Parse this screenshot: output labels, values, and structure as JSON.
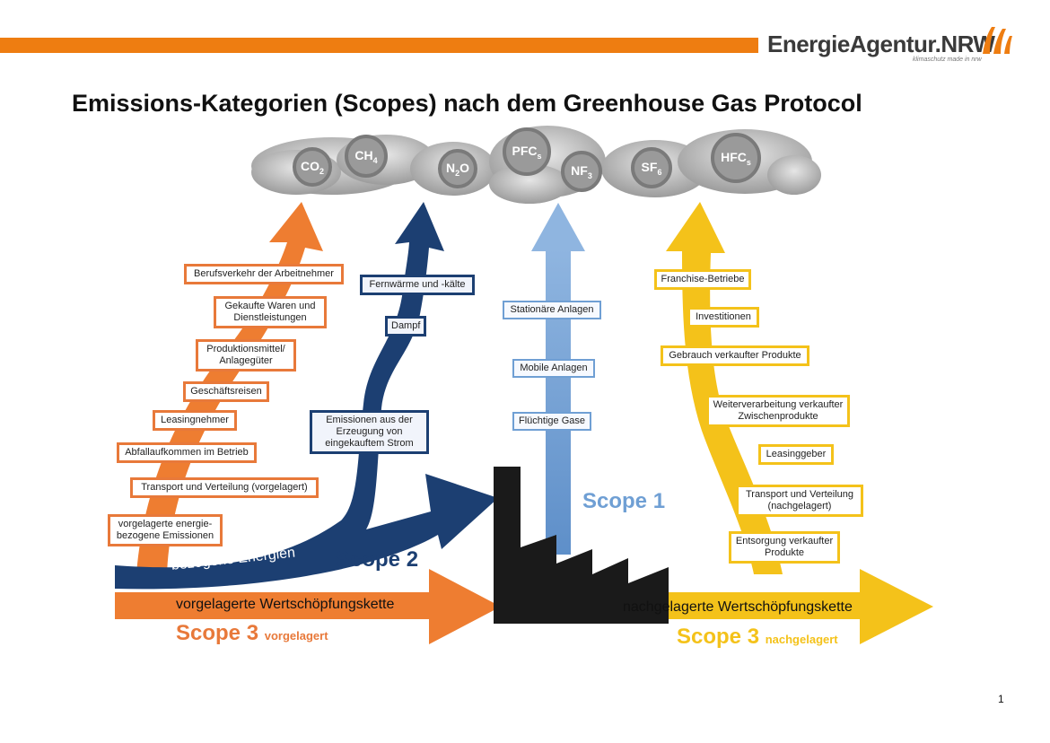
{
  "header": {
    "logo_text": "EnergieAgentur.NRW",
    "logo_tagline": "klimaschutz made in nrw",
    "title": "Emissions-Kategorien (Scopes)  nach dem Greenhouse Gas Protocol"
  },
  "gases": [
    {
      "base": "CO",
      "sub": "2"
    },
    {
      "base": "CH",
      "sub": "4"
    },
    {
      "base": "N",
      "sub": "2",
      "tail": "O"
    },
    {
      "base": "PFC",
      "sub": "s"
    },
    {
      "base": "NF",
      "sub": "3"
    },
    {
      "base": "SF",
      "sub": "6"
    },
    {
      "base": "HFC",
      "sub": "s"
    }
  ],
  "scope3_upstream": {
    "items": [
      "Berufsverkehr der Arbeitnehmer",
      "Gekaufte Waren und Dienstleistungen",
      "Produktionsmittel/ Anlagegüter",
      "Geschäftsreisen",
      "Leasingnehmer",
      "Abfallaufkommen im Betrieb",
      "Transport und Verteilung (vorgelagert)",
      "vorgelagerte energie-bezogene Emissionen"
    ],
    "arrow_label": "vorgelagerte Wertschöpfungskette",
    "scope_label": "Scope 3",
    "scope_suffix": "vorgelagert"
  },
  "scope2": {
    "items": [
      "Fernwärme und -kälte",
      "Dampf",
      "Emissionen aus der Erzeugung von eingekauftem Strom"
    ],
    "arrow_label": "bezogene Energien",
    "scope_label": "Scope 2"
  },
  "scope1": {
    "items": [
      "Stationäre Anlagen",
      "Mobile Anlagen",
      "Flüchtige Gase"
    ],
    "scope_label": "Scope 1"
  },
  "scope3_downstream": {
    "items": [
      "Franchise-Betriebe",
      "Investitionen",
      "Gebrauch verkaufter Produkte",
      "Weiterverarbeitung verkaufter Zwischenprodukte",
      "Leasinggeber",
      "Transport und Verteilung (nachgelagert)",
      "Entsorgung verkaufter Produkte"
    ],
    "arrow_label": "nachgelagerte Wertschöpfungskette",
    "scope_label": "Scope 3",
    "scope_suffix": "nachgelagert"
  },
  "page_number": "1",
  "colors": {
    "orange": "#ee7d11",
    "scope3_orange": "#e8793a",
    "scope2_blue": "#1c3f72",
    "scope1_blue": "#6f9fd4",
    "scope3_yellow": "#f4c21a",
    "factory": "#1a1a1a"
  }
}
